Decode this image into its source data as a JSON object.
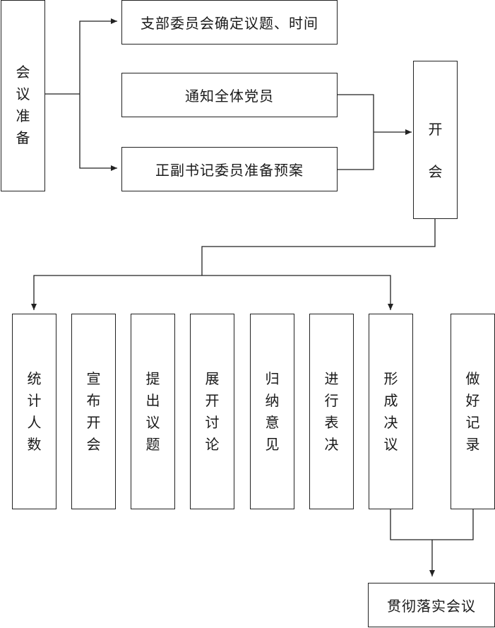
{
  "nodes": {
    "prep": "会议准备",
    "set_topic": "支部委员会确定议题、时间",
    "notify": "通知全体党员",
    "plan": "正副书记委员准备预案",
    "open": "开会",
    "step1": "统计人数",
    "step2": "宣布开会",
    "step3": "提出议题",
    "step4": "展开讨论",
    "step5": "归纳意见",
    "step6": "进行表决",
    "step7": "形成决议",
    "record": "做好记录",
    "implement": "贯彻落实会议"
  }
}
